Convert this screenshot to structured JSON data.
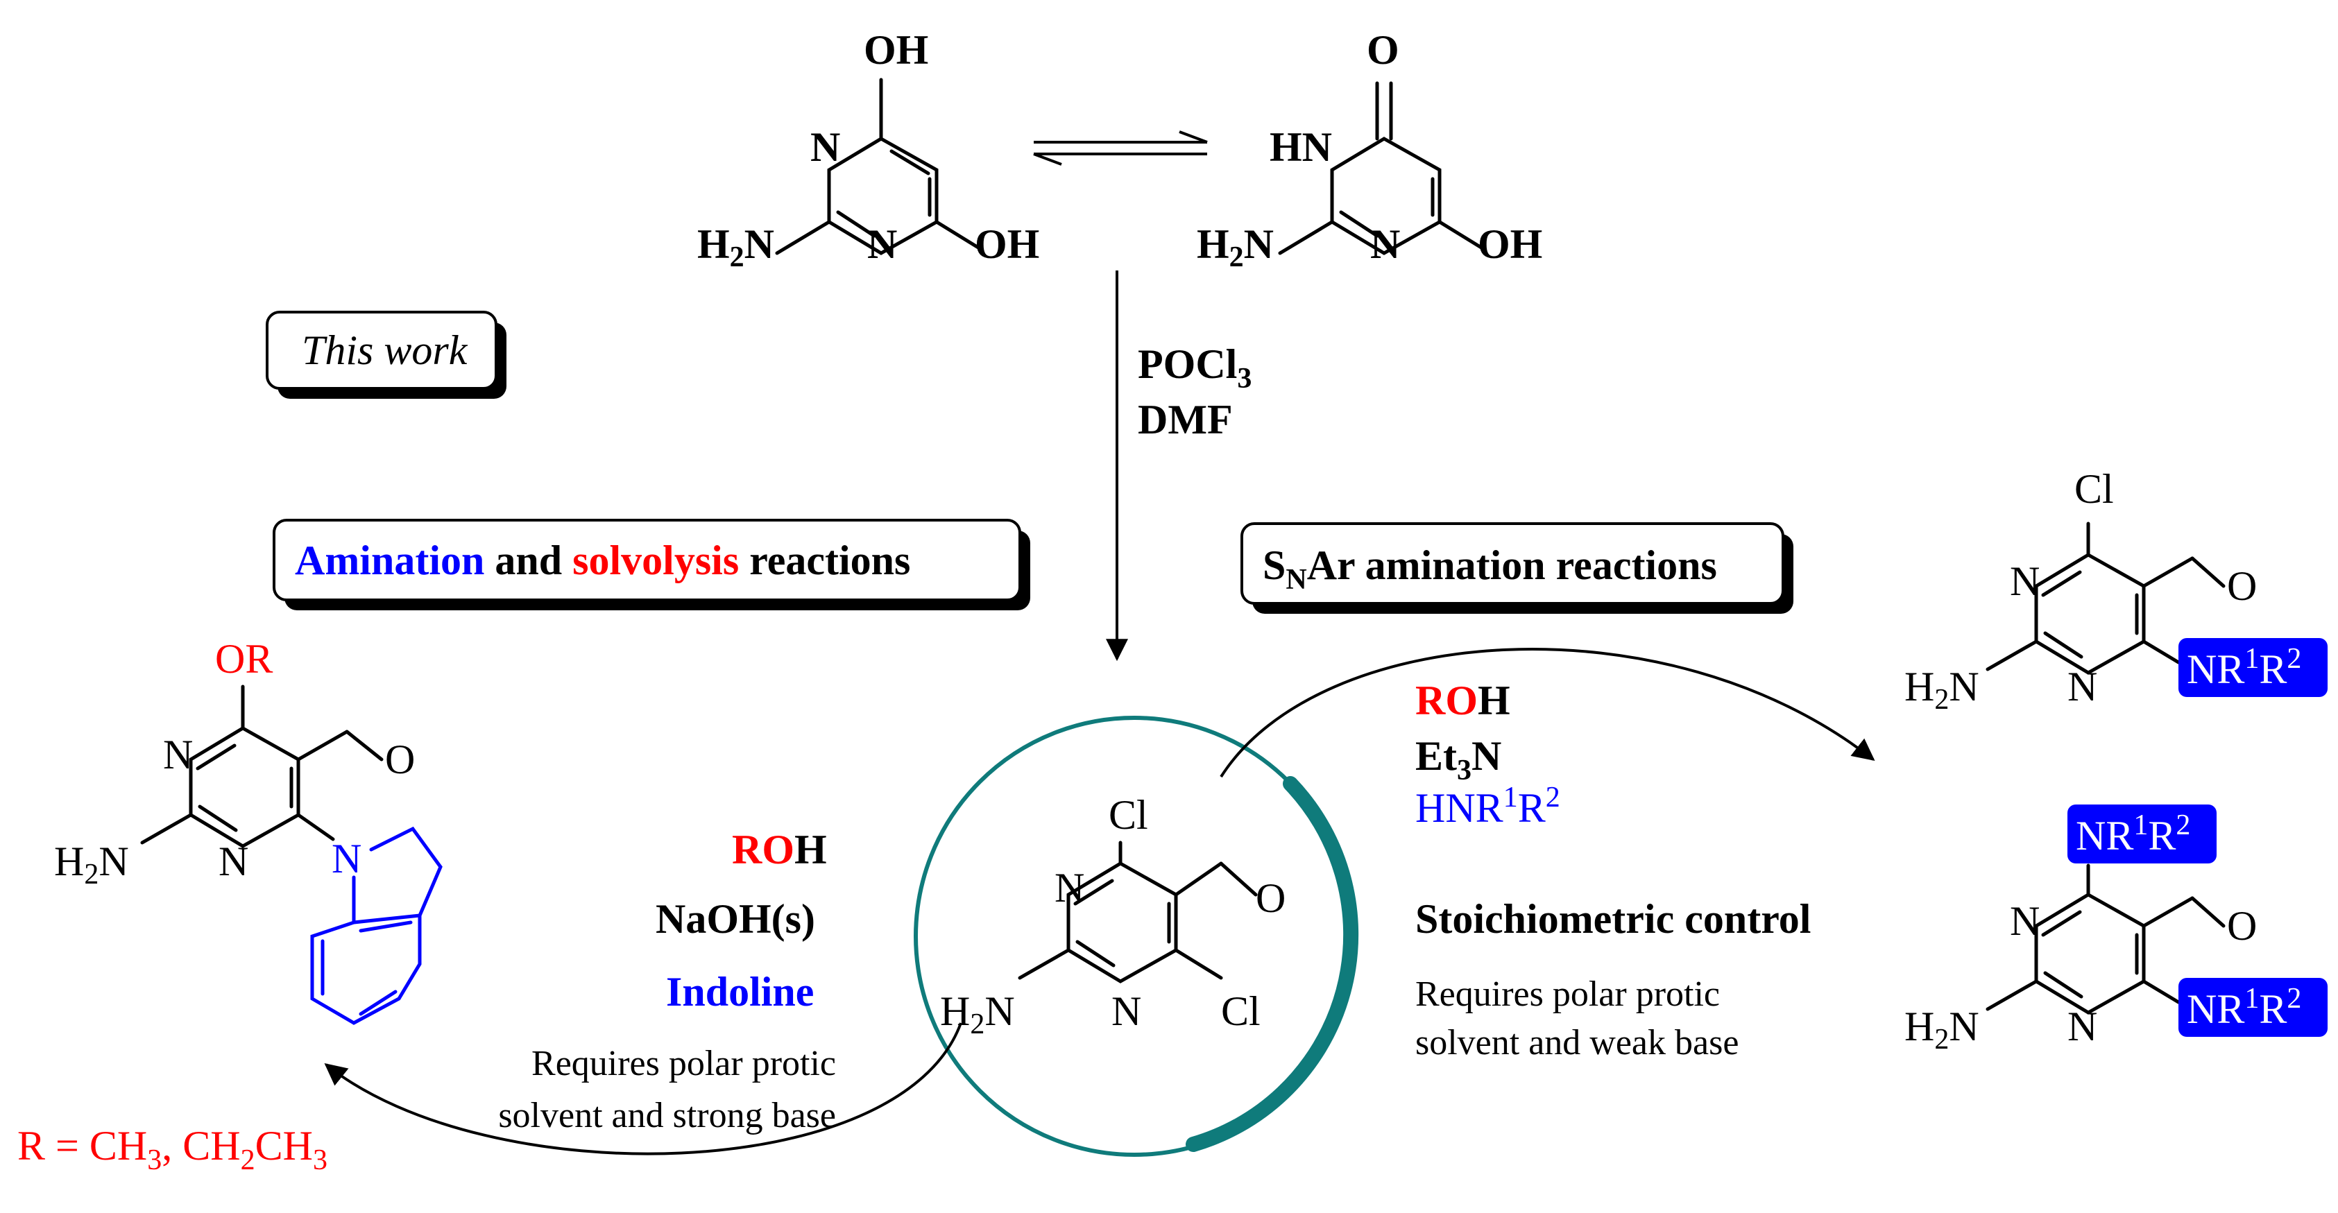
{
  "labels": {
    "this_work": "This work",
    "amination": "Amination",
    "and": "and",
    "solvolysis": "solvolysis",
    "reactions": "reactions",
    "snar_s": "S",
    "snar_n": "N",
    "snar_rest": "Ar amination reactions"
  },
  "reagents_top": {
    "pocl": "POCl",
    "pocl_sub": "3",
    "dmf": "DMF"
  },
  "reagents_left": {
    "ro": "RO",
    "h": "H",
    "naoh": "NaOH(s)",
    "indoline": "Indoline",
    "note_line1": "Requires polar protic",
    "note_line2": "solvent and strong base"
  },
  "reagents_right": {
    "ro": "RO",
    "h": "H",
    "et": "Et",
    "et_sub": "3",
    "et_n": "N",
    "hnr": "HNR",
    "hnr_sup1": "1",
    "hnr_r": "R",
    "hnr_sup2": "2",
    "stoich": "Stoichiometric control",
    "note_line1": "Requires polar protic",
    "note_line2": "solvent and weak base"
  },
  "r_group": {
    "r_eq": "R = CH",
    "sub1": "3",
    "mid": ", CH",
    "sub2": "2",
    "ch": "CH",
    "sub3": "3"
  },
  "atoms": {
    "oh": "OH",
    "o": "O",
    "n": "N",
    "hn": "HN",
    "h2n_h": "H",
    "h2n_sub": "2",
    "h2n_n": "N",
    "cl": "Cl",
    "or": "OR",
    "nr": "NR",
    "sup1": "1",
    "r": "R",
    "sup2": "2"
  },
  "colors": {
    "red": "#ff0000",
    "blue": "#0000ff",
    "teal": "#0f7b7b",
    "badge": "#0000ff"
  }
}
